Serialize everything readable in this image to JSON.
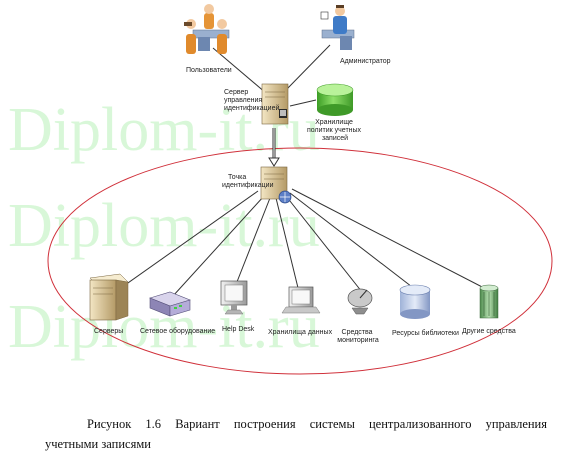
{
  "watermark": {
    "text": "Diplom-it.ru"
  },
  "nodes": {
    "users": "Пользователи",
    "admin": "Администратор",
    "auth_server": [
      "Сервер",
      "управления",
      "идентификацией"
    ],
    "account_store": [
      "Хранилище",
      "политик учетных",
      "записей"
    ],
    "id_point": [
      "Точка",
      "идентификации"
    ],
    "servers": "Серверы",
    "network": "Сетевое оборудование",
    "helpdesk": "Help Desk",
    "storage": "Хранилища данных",
    "monitoring": [
      "Средства",
      "мониторинга"
    ],
    "library": "Ресурсы библиотеки",
    "other": "Другие средства"
  },
  "caption": {
    "line1": "Рисунок 1.6 Вариант построения системы централизованного управления",
    "line2": "учетными записями"
  }
}
